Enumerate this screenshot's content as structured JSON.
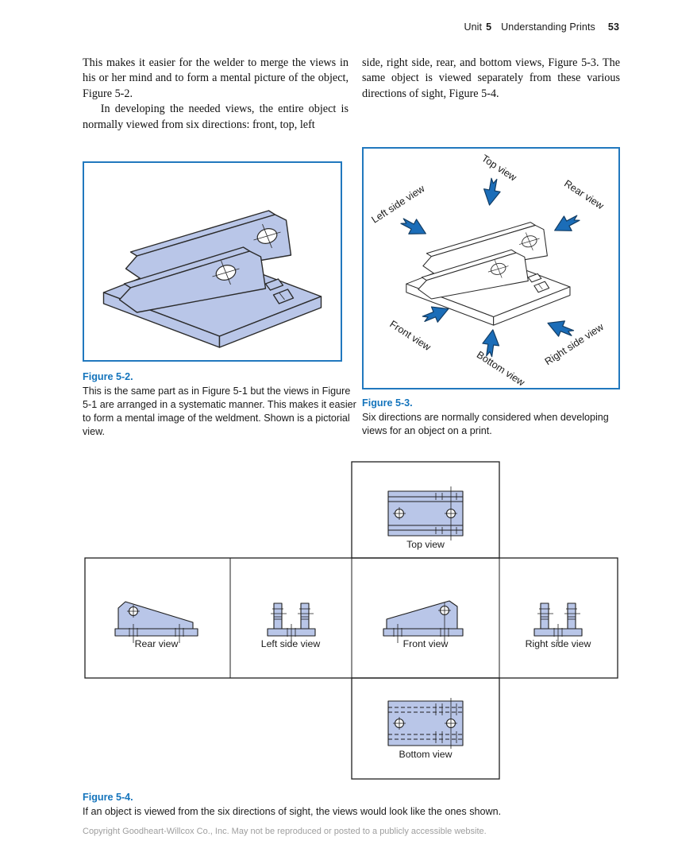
{
  "header": {
    "unit_label": "Unit",
    "unit_number": "5",
    "section_title": "Understanding Prints",
    "page_number": "53"
  },
  "body_text": {
    "column1_paragraph1": "This makes it easier for the welder to merge the views in his or her mind and to form a mental picture of the object, Figure 5-2.",
    "column1_paragraph2": "In developing the needed views, the entire object is normally viewed from six directions: front, top, left",
    "column2_paragraph1": "side, right side, rear, and bottom views, Figure 5-3. The same object is viewed separately from these various directions of sight, Figure 5-4."
  },
  "figure_5_2": {
    "label": "Figure 5-2.",
    "caption": "This is the same part as in Figure 5-1 but the views in Figure 5-1 are arranged in a systematic manner. This makes it easier to form a mental image of the weldment. Shown is a pictorial view."
  },
  "figure_5_3": {
    "label": "Figure 5-3.",
    "caption": "Six directions are normally considered when developing views for an object on a print.",
    "direction_labels": {
      "top": "Top view",
      "rear": "Rear view",
      "left_side": "Left side view",
      "front": "Front view",
      "bottom": "Bottom view",
      "right_side": "Right side view"
    }
  },
  "figure_5_4": {
    "label": "Figure 5-4.",
    "caption": "If an object is viewed from the six directions of sight, the views would look like the ones shown.",
    "view_labels": {
      "top": "Top view",
      "rear": "Rear view",
      "left_side": "Left side view",
      "front": "Front view",
      "right_side": "Right side view",
      "bottom": "Bottom view"
    }
  },
  "footer": {
    "copyright": "Copyright Goodheart-Willcox Co., Inc. May not be reproduced or posted to a publicly accessible website."
  },
  "colors": {
    "caption_blue": "#1474bc",
    "arrow_blue": "#1b6db8",
    "part_fill_blue": "#b9c6e8",
    "figure_border_blue": "#2178be",
    "drawing_line": "#2b2b2b",
    "copyright_gray": "#9e9e9e"
  }
}
